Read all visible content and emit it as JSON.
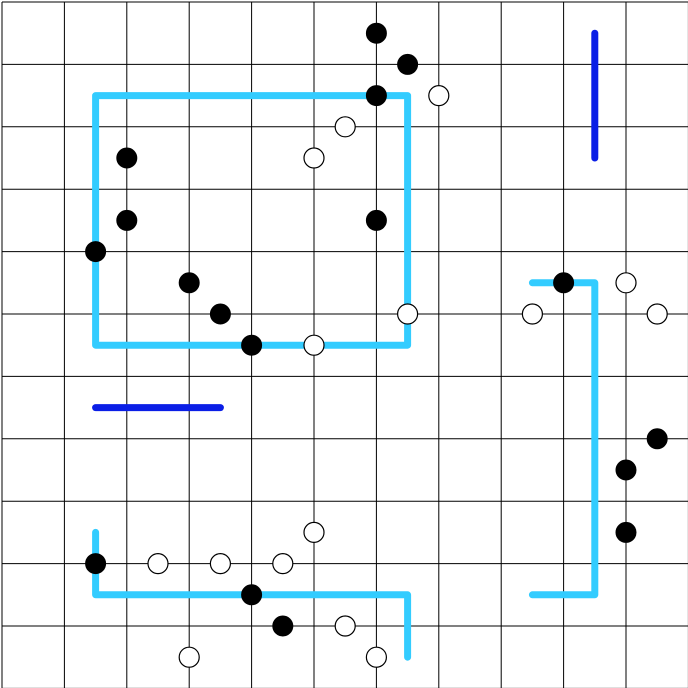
{
  "board": {
    "rows": 11,
    "cols": 11,
    "colors": {
      "grid": "#000000",
      "path": "#33ccff",
      "segment": "#0a1ee6",
      "black_stone": "#000000",
      "white_stone": "#ffffff"
    },
    "black_dots": [
      [
        6,
        0.5
      ],
      [
        6.5,
        1
      ],
      [
        6,
        1.5
      ],
      [
        2,
        2.5
      ],
      [
        2,
        3.5
      ],
      [
        6,
        3.5
      ],
      [
        1.5,
        4
      ],
      [
        3,
        4.5
      ],
      [
        3.5,
        5
      ],
      [
        4,
        5.5
      ],
      [
        9,
        4.5
      ],
      [
        10.5,
        7
      ],
      [
        10,
        7.5
      ],
      [
        10,
        8.5
      ],
      [
        1.5,
        9
      ],
      [
        4,
        9.5
      ],
      [
        4.5,
        10
      ]
    ],
    "white_dots": [
      [
        7,
        1.5
      ],
      [
        5.5,
        2
      ],
      [
        5,
        2.5
      ],
      [
        6.5,
        5
      ],
      [
        5,
        5.5
      ],
      [
        8.5,
        5
      ],
      [
        10,
        4.5
      ],
      [
        10.5,
        5
      ],
      [
        5,
        8.5
      ],
      [
        2.5,
        9
      ],
      [
        3.5,
        9
      ],
      [
        4.5,
        9
      ],
      [
        5.5,
        10
      ],
      [
        3,
        10.5
      ],
      [
        6,
        10.5
      ]
    ],
    "paths": [
      [
        [
          1.5,
          1.5
        ],
        [
          6.5,
          1.5
        ],
        [
          6.5,
          5.5
        ],
        [
          1.5,
          5.5
        ],
        [
          1.5,
          1.5
        ]
      ],
      [
        [
          8.5,
          4.5
        ],
        [
          9.5,
          4.5
        ],
        [
          9.5,
          9.5
        ],
        [
          8.5,
          9.5
        ]
      ],
      [
        [
          1.5,
          8.5
        ],
        [
          1.5,
          9.5
        ],
        [
          6.5,
          9.5
        ],
        [
          6.5,
          10.5
        ]
      ]
    ],
    "segments": [
      [
        [
          9.5,
          0.5
        ],
        [
          9.5,
          2.5
        ]
      ],
      [
        [
          1.5,
          6.5
        ],
        [
          3.5,
          6.5
        ]
      ]
    ]
  }
}
